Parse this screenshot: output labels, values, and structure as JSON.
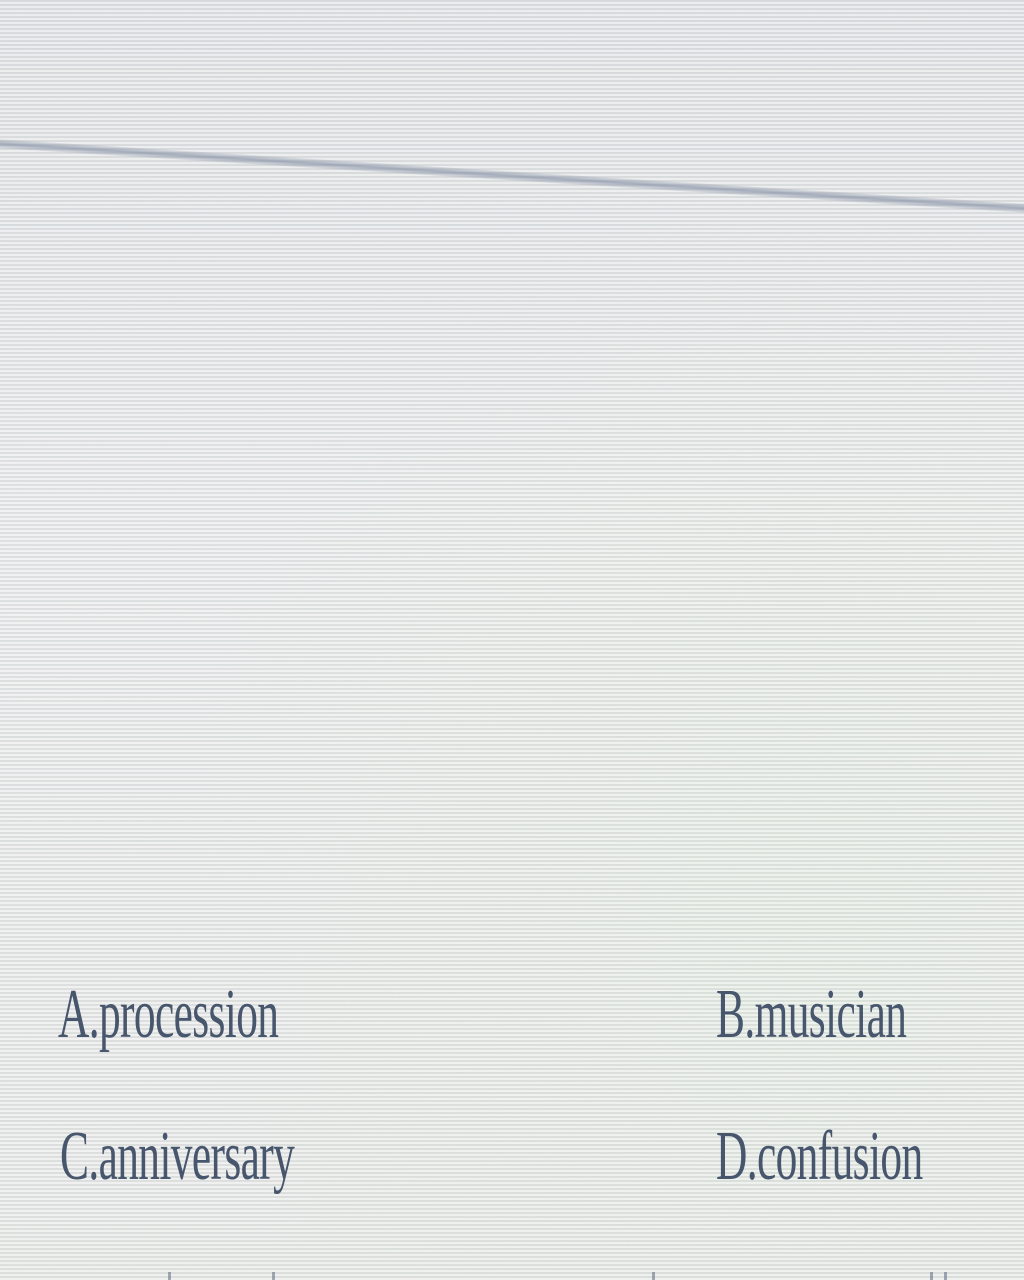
{
  "options": {
    "a": {
      "letter": "A.",
      "text": "procession"
    },
    "b": {
      "letter": "B.",
      "text": "musician"
    },
    "c": {
      "letter": "C.",
      "text": "anniversary"
    },
    "d": {
      "letter": "D.",
      "text": "confusion"
    }
  },
  "colors": {
    "text": "#3a4a63",
    "background": "#d9dcdd",
    "rule": "#8c96aa"
  }
}
